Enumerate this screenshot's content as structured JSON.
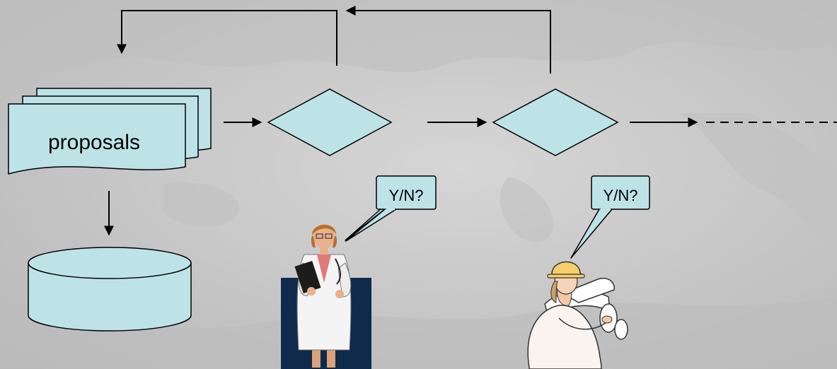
{
  "diagram": {
    "document_label": "proposals",
    "reviewer_1_speech": "Y/N?",
    "reviewer_2_speech": "Y/N?"
  },
  "colors": {
    "shape_fill": "#bde3e7",
    "stroke": "#000000",
    "background": "#c9c9c9",
    "doctor_backdrop": "#0f2a4a"
  },
  "icons": {
    "reviewer_1": "doctor-clipart-icon",
    "reviewer_2": "engineer-clipart-icon"
  }
}
